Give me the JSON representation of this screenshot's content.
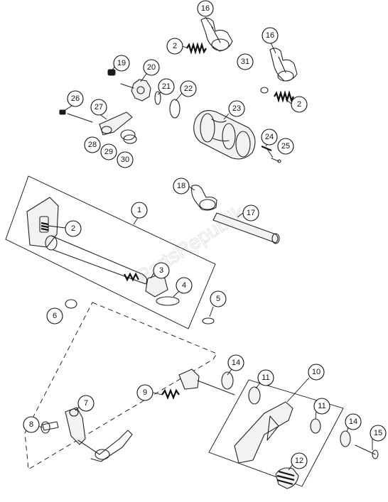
{
  "watermark": "PartsRepublik",
  "callouts": {
    "c16a": "16",
    "c2a": "2",
    "c31": "31",
    "c16b": "16",
    "c2b": "2",
    "c19": "19",
    "c20": "20",
    "c21": "21",
    "c22": "22",
    "c23": "23",
    "c26": "26",
    "c27": "27",
    "c28": "28",
    "c29": "29",
    "c30": "30",
    "c24": "24",
    "c25": "25",
    "c18": "18",
    "c17": "17",
    "c1": "1",
    "c2c": "2",
    "c3": "3",
    "c4": "4",
    "c5": "5",
    "c6": "6",
    "c14a": "14",
    "c10": "10",
    "c11a": "11",
    "c11b": "11",
    "c9": "9",
    "c7": "7",
    "c8": "8",
    "c14b": "14",
    "c15": "15",
    "c12": "12"
  }
}
